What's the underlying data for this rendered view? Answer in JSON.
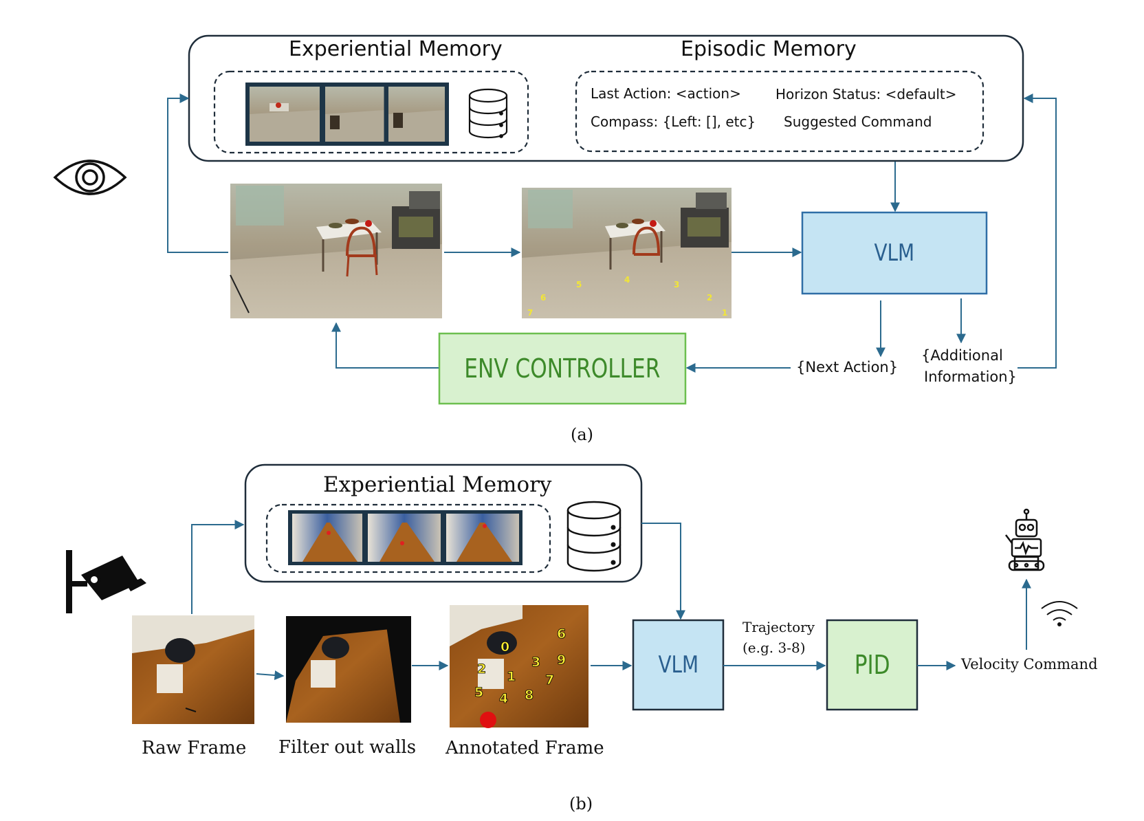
{
  "top": {
    "experiential_memory_title": "Experiential Memory",
    "episodic_memory_title": "Episodic Memory",
    "episodic_fields": {
      "last_action": "Last Action: <action>",
      "horizon_status": "Horizon Status: <default>",
      "compass": "Compass: {Left: [], etc}",
      "suggested_command": "Suggested Command"
    },
    "frame_markers": [
      "5",
      "4",
      "3",
      "6",
      "2",
      "7",
      "1"
    ],
    "vlm_label": "VLM",
    "env_controller_label": "ENV CONTROLLER",
    "next_action_label": "{Next Action}",
    "additional_info_label": [
      "{Additional",
      "Information}"
    ],
    "caption": "(a)"
  },
  "bottom": {
    "experiential_memory_title": "Experiential Memory",
    "raw_frame_label": "Raw Frame",
    "filter_walls_label": "Filter out walls",
    "annotated_frame_label": "Annotated Frame",
    "annotated_markers": [
      "6",
      "0",
      "3",
      "9",
      "2",
      "1",
      "7",
      "5",
      "4",
      "8"
    ],
    "vlm_label": "VLM",
    "trajectory_label": [
      "Trajectory",
      "(e.g. 3-8)"
    ],
    "pid_label": "PID",
    "velocity_command_label": "Velocity Command",
    "caption": "(b)"
  },
  "colors": {
    "arrow": "#2b6a8e",
    "vlm_fill": "#c5e4f3",
    "vlm_stroke": "#2f6ea6",
    "green_fill": "#d8f1cf",
    "green_stroke": "#6cbf4f",
    "green_text": "#3d8a2a",
    "vlm_text": "#2a5f8f",
    "marker_yellow": "#ffee33"
  }
}
